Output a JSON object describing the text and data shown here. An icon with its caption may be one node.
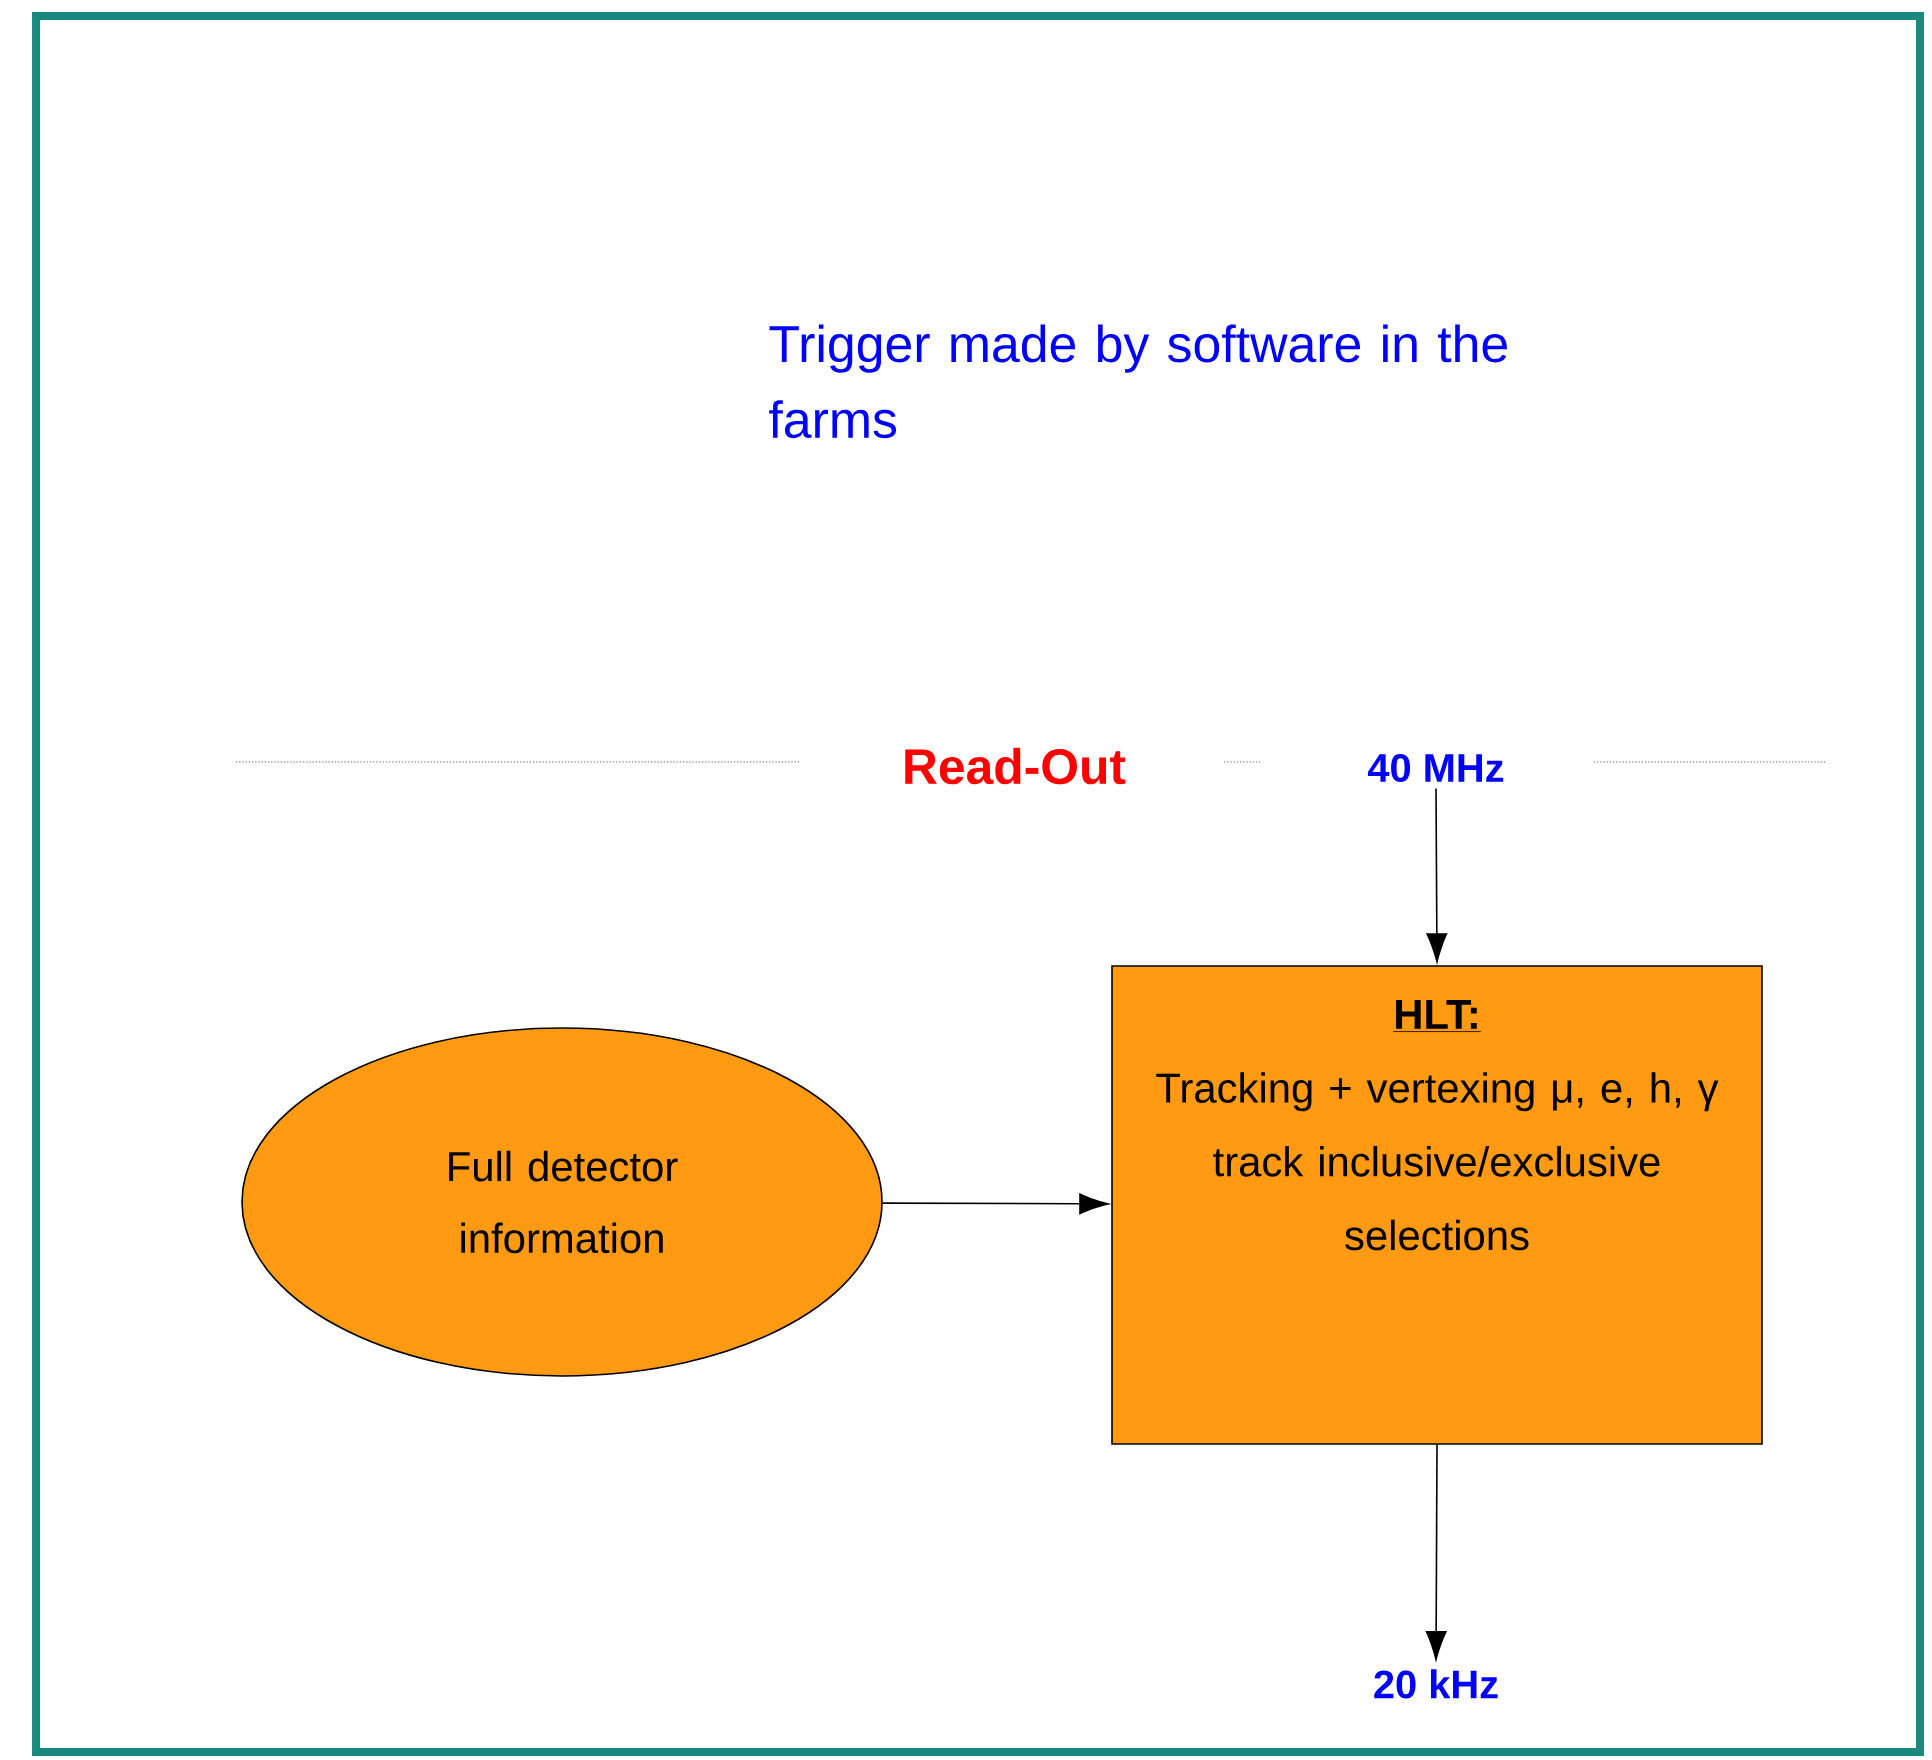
{
  "diagram": {
    "nodes": [
      {
        "text": [
          "40 MHz"
        ]
      },
      {
        "text": [
          "Full detector information"
        ]
      },
      {
        "text": [
          "HLT:",
          "Tracking + vertexing μ, e, h, γ track inclusive/exclusive selections"
        ]
      },
      {
        "text": [
          "20 kHz"
        ]
      }
    ],
    "edges": [
      {
        "from": 0,
        "to": 2,
        "arrow": "to"
      },
      {
        "from": 1,
        "to": 2,
        "arrow": "to"
      },
      {
        "from": 2,
        "to": 3,
        "arrow": "to"
      }
    ],
    "labels": [
      "Trigger made by software in the farms",
      "Read-Out"
    ]
  }
}
